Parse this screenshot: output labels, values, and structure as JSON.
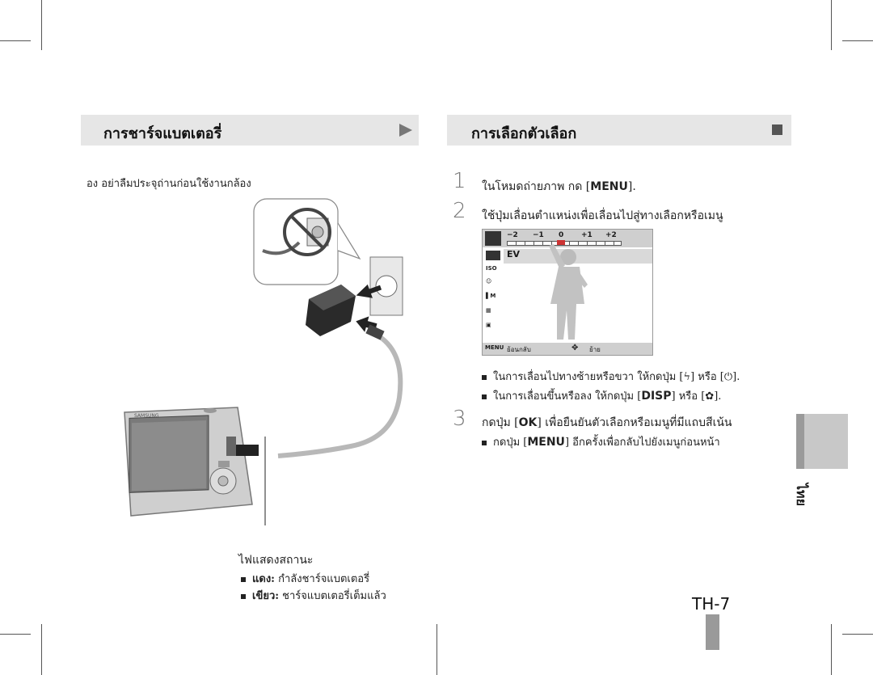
{
  "left_section": {
    "title": "การชาร์จแบตเตอรี่",
    "caution": "อง อย่าลืมประจุถ่านก่อนใช้งานกล้อง",
    "status_heading": "ไฟแสดงสถานะ",
    "status_items": [
      {
        "label": "แดง:",
        "text": " กำลังชาร์จแบตเตอรี่"
      },
      {
        "label": "เขียว:",
        "text": " ชาร์จแบตเตอรี่เต็มแล้ว"
      }
    ]
  },
  "right_section": {
    "title": "การเลือกตัวเลือก",
    "step1_num": "1",
    "step1_text": "ในโหมดถ่ายภาพ กด [",
    "step1_key": "MENU",
    "step1_end": "].",
    "step2_num": "2",
    "step2_text": "ใช้ปุ่มเลื่อนตำแหน่งเพื่อเลื่อนไปสู่ทางเลือกหรือเมนู",
    "bullet1_a": "ในการเลื่อนไปทางซ้ายหรือขวา ให้กดปุ่ม [",
    "bullet1_b": "] หรือ [",
    "bullet1_c": "].",
    "bullet2_a": "ในการเลื่อนขึ้นหรือลง ให้กดปุ่ม [",
    "bullet2_key": "DISP",
    "bullet2_b": "] หรือ [",
    "bullet2_c": "].",
    "step3_num": "3",
    "step3_a": "กดปุ่ม [",
    "step3_key": "OK",
    "step3_b": "] เพื่อยืนยันตัวเลือกหรือเมนูที่มีแถบสีเน้น",
    "bullet3_a": "กดปุ่ม [",
    "bullet3_key": "MENU",
    "bullet3_b": "] อีกครั้งเพื่อกลับไปยังเมนูก่อนหน้า"
  },
  "camera_screen": {
    "ev_scale": [
      "−2",
      "−1",
      "0",
      "+1",
      "+2"
    ],
    "ev_label": "EV",
    "back_key": "MENU",
    "back_label": "ย้อนกลับ",
    "move_label": "ย้าย"
  },
  "camera_brand": "SAMSUNG",
  "side_tab": "ไทย",
  "page_number": "TH-7",
  "colors": {
    "header_bg": "#e6e6e6",
    "tab_bg": "#c8c8c8",
    "page_block": "#9a9a9a"
  }
}
